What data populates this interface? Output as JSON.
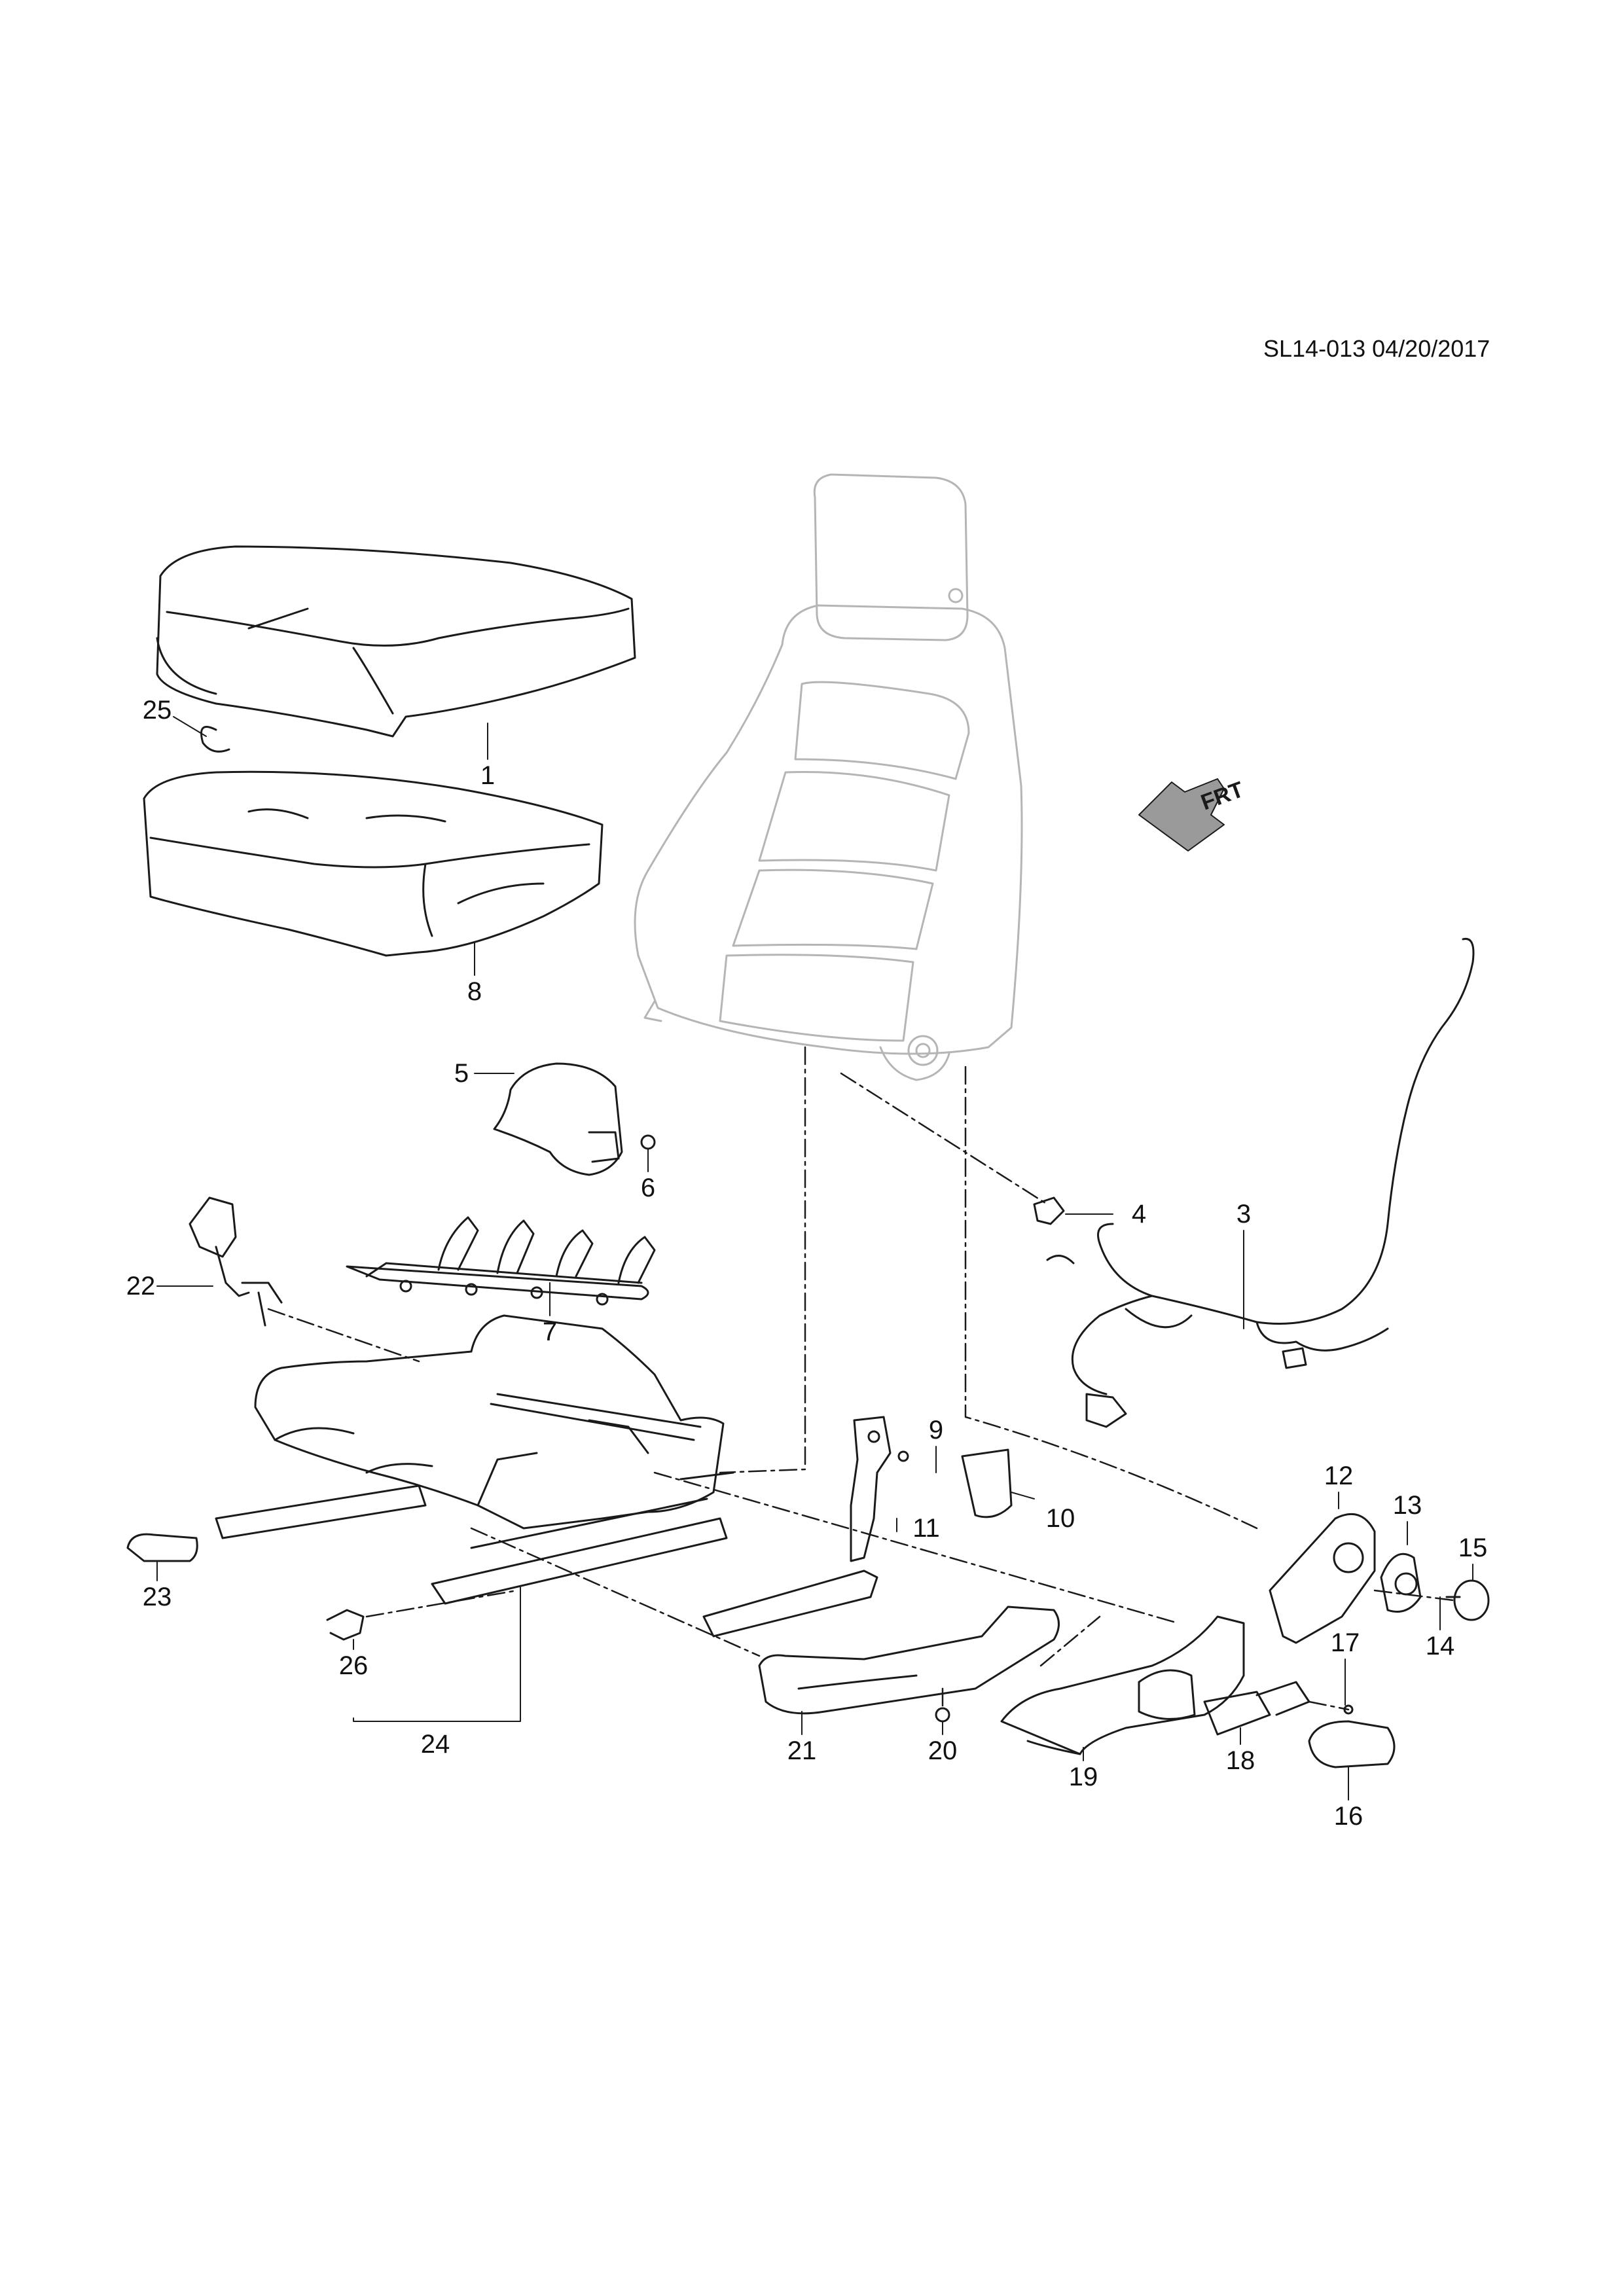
{
  "document": {
    "id_date": "SL14-013 04/20/2017",
    "front_indicator": "FRT"
  },
  "callouts": [
    {
      "key": "n1",
      "label": "1"
    },
    {
      "key": "n3",
      "label": "3"
    },
    {
      "key": "n4",
      "label": "4"
    },
    {
      "key": "n5",
      "label": "5"
    },
    {
      "key": "n6",
      "label": "6"
    },
    {
      "key": "n7",
      "label": "7"
    },
    {
      "key": "n8",
      "label": "8"
    },
    {
      "key": "n9",
      "label": "9"
    },
    {
      "key": "n10",
      "label": "10"
    },
    {
      "key": "n11",
      "label": "11"
    },
    {
      "key": "n12",
      "label": "12"
    },
    {
      "key": "n13",
      "label": "13"
    },
    {
      "key": "n14",
      "label": "14"
    },
    {
      "key": "n15",
      "label": "15"
    },
    {
      "key": "n16",
      "label": "16"
    },
    {
      "key": "n17",
      "label": "17"
    },
    {
      "key": "n18",
      "label": "18"
    },
    {
      "key": "n19",
      "label": "19"
    },
    {
      "key": "n20",
      "label": "20"
    },
    {
      "key": "n21",
      "label": "21"
    },
    {
      "key": "n22",
      "label": "22"
    },
    {
      "key": "n23",
      "label": "23"
    },
    {
      "key": "n24",
      "label": "24"
    },
    {
      "key": "n25",
      "label": "25"
    },
    {
      "key": "n26",
      "label": "26"
    }
  ]
}
